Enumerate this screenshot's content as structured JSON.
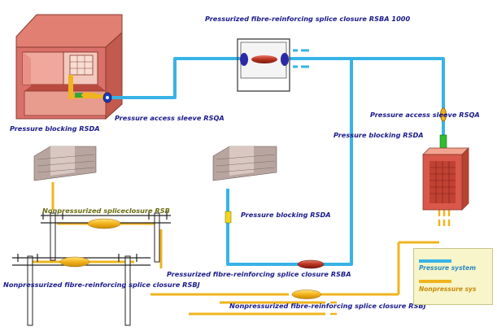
{
  "colors": {
    "pressure_line": "#38b3e6",
    "nonpressure_line": "#f0b41e",
    "label_blue": "#1a1a8c",
    "label_olive": "#6b6b10",
    "building_red": "#d9706a"
  },
  "labels": {
    "rsba_1000_title": "Pressurized fibre-reinforcing splice closure RSBA 1000",
    "pressure_access_left": "Pressure access sleeve RSQA",
    "pressure_blocking_left": "Pressure blocking RSDA",
    "pressure_access_right": "Pressure access sleeve RSQA",
    "pressure_blocking_right": "Pressure blocking RSDA",
    "pressure_blocking_mid": "Pressure blocking RSDA",
    "nonpressurized_rsb": "Nonpressurized spliceclosure RSB",
    "pressurized_rsba": "Pressurized fibre-reinforcing splice closure RSBA",
    "nonpressurized_rsbj_left": "Nonpressurized fibre-reinforcing splice closure RSBJ",
    "nonpressurized_rsbj_bottom": "Nonpressurized fibre-reinforcing splice closure RSBJ"
  },
  "legend": {
    "pressure": "Pressure system",
    "nonpressure": "Nonpressure sys"
  }
}
